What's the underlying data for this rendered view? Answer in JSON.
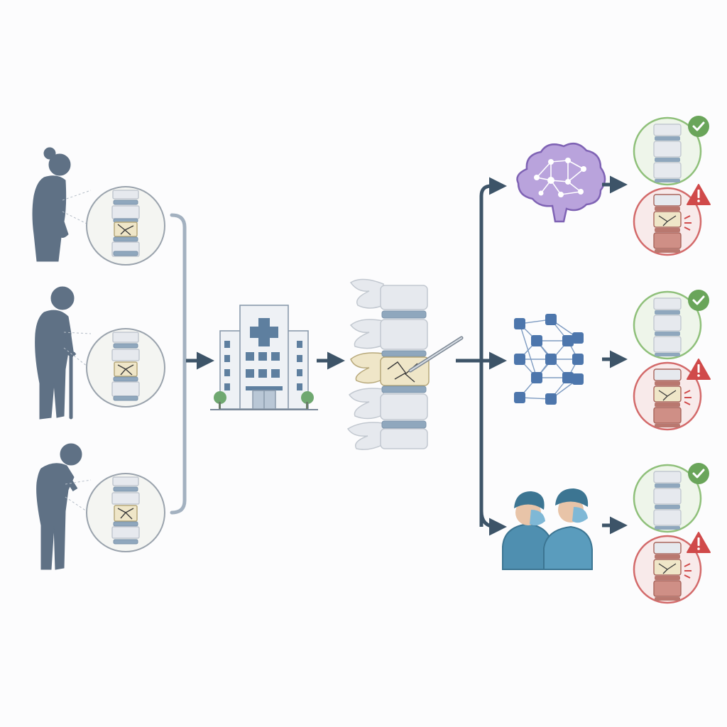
{
  "diagram": {
    "kind": "clinical-workflow",
    "colors": {
      "background": "#fcfcfd",
      "silhouette": "#5f7185",
      "connector": "#a3b1c0",
      "arrow": "#3d5468",
      "bone": "#e6e9ee",
      "bone_outline": "#c2c8d0",
      "disc": "#8fa7bd",
      "fracture_fill": "#efe6c8",
      "hospital_wall": "#eef1f5",
      "hospital_window": "#5e7f9f",
      "hospital_cross": "#5e7f9f",
      "tree": "#6fa870",
      "brain": "#b9a3dc",
      "brain_stroke": "#7f63b4",
      "network_node": "#4d76ac",
      "network_edge": "#7f9cc2",
      "scrubs": "#4f8fb0",
      "scrubs_dark": "#3c7592",
      "good_ring": "#8fc07a",
      "good_bg": "#eef5ea",
      "good_badge": "#6aa55a",
      "bad_ring": "#d36a6a",
      "bad_bg": "#f8eaea",
      "bad_badge": "#d04a4a",
      "bad_vertebra": "#cf8f86"
    },
    "patients": [
      {
        "pose": "standing-upright",
        "icon": "elderly-woman-icon"
      },
      {
        "pose": "walking-with-cane",
        "icon": "elderly-man-cane-icon"
      },
      {
        "pose": "stooped",
        "icon": "elderly-man-stooped-icon"
      }
    ],
    "stages": [
      {
        "name": "hospital",
        "icon": "hospital-icon"
      },
      {
        "name": "vertebroplasty",
        "icon": "spine-needle-icon"
      }
    ],
    "predictors": [
      {
        "name": "machine-learning",
        "icon": "brain-network-icon"
      },
      {
        "name": "neural-network",
        "icon": "node-network-icon"
      },
      {
        "name": "surgeons",
        "icon": "surgeons-icon"
      }
    ],
    "outcomes": [
      "good",
      "refracture"
    ]
  }
}
